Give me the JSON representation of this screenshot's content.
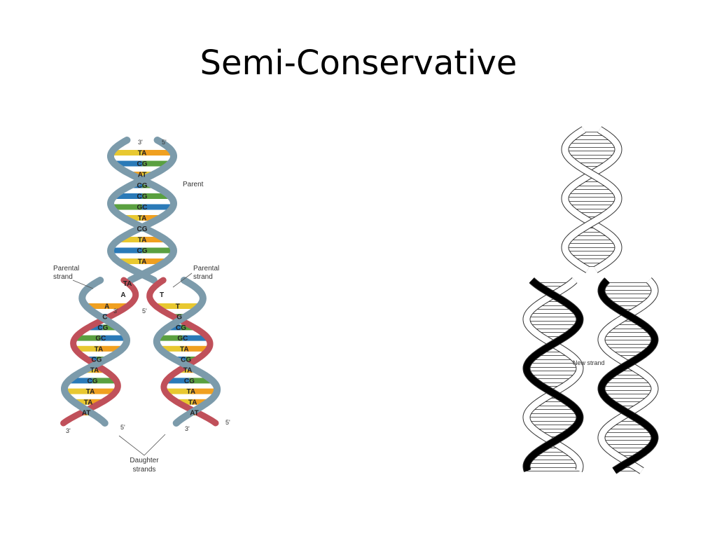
{
  "slide": {
    "title": "Semi-Conservative"
  },
  "left_diagram": {
    "labels": {
      "end_3_top": "3'",
      "end_5_top": "5'",
      "parent": "Parent",
      "parental_strand_left": [
        "Parental",
        "strand"
      ],
      "parental_strand_right": [
        "Parental",
        "strand"
      ],
      "fork_3": "3'",
      "fork_5": "5'",
      "bottom_3_left": "3'",
      "bottom_5_left": "5'",
      "bottom_3_right": "3'",
      "bottom_5_right": "5'",
      "daughter_strands": [
        "Daughter",
        "strands"
      ]
    },
    "parent_pairs": [
      "TA",
      "CG",
      "AT",
      "CG",
      "CG",
      "GC",
      "TA",
      "CG",
      "TA",
      "CG",
      "TA"
    ],
    "fork_pairs": [
      "TA",
      "A",
      "T"
    ],
    "left_daughter_pairs": [
      "A",
      "C",
      "CG",
      "GC",
      "TA",
      "CG",
      "TA",
      "CG",
      "TA",
      "TA",
      "AT"
    ],
    "right_daughter_pairs": [
      "T",
      "G",
      "CG",
      "GC",
      "TA",
      "CG",
      "TA",
      "CG",
      "TA",
      "TA",
      "AT"
    ],
    "colors": {
      "backbone_parent": "#7c9bab",
      "backbone_new": "#c0505a",
      "A": "#f0a020",
      "T": "#e8c830",
      "C": "#2a7ab8",
      "G": "#5aa040"
    }
  },
  "right_diagram": {
    "labels": {
      "new_strand": "New strand"
    }
  }
}
